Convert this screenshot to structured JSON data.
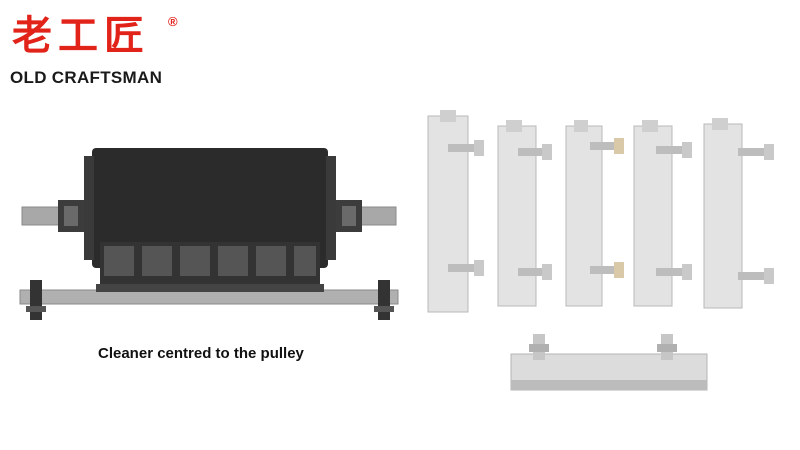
{
  "logo": {
    "chinese": "老工匠",
    "registered": "®",
    "english": "OLD CRAFTSMAN"
  },
  "caption": "Cleaner centred to the pulley",
  "colors": {
    "brand_red": "#e2231a",
    "drum": "#2b2b2b",
    "shaft": "#a6a6a6",
    "bracket": "#dedede"
  }
}
